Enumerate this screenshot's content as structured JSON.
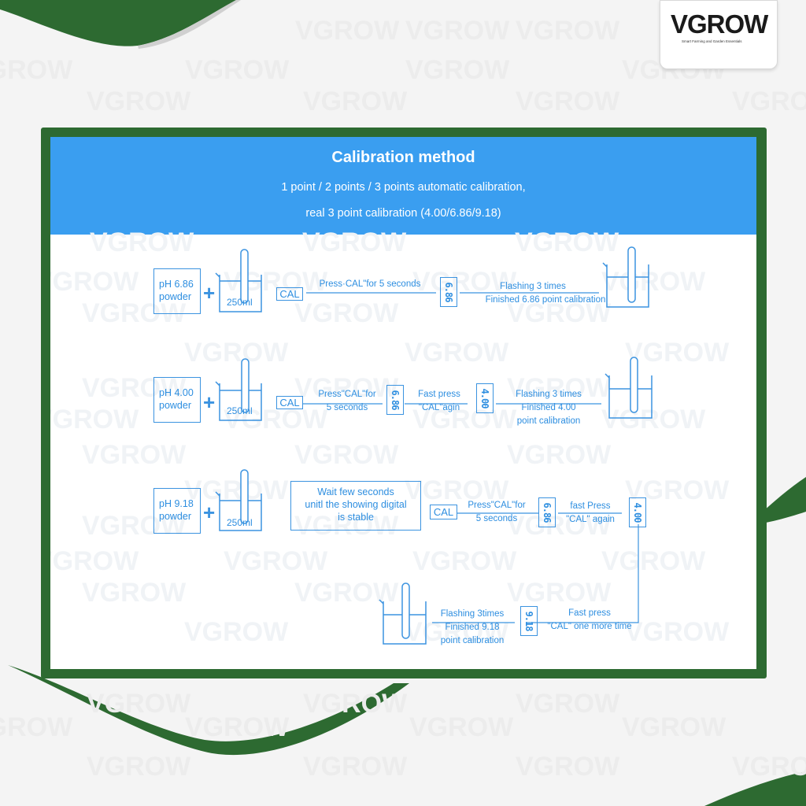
{
  "brand": {
    "logo": "VGROW",
    "tagline": "Smart Farming and Garden Essentials",
    "watermark": "VGROW"
  },
  "colors": {
    "frame_green": "#2d6a31",
    "header_blue": "#3a9ef0",
    "diagram_blue": "#3b93e0"
  },
  "header": {
    "title": "Calibration method",
    "subtitle_1": "1 point / 2 points / 3 points automatic calibration,",
    "subtitle_2": "real 3 point calibration (4.00/6.86/9.18)"
  },
  "row1": {
    "powder_line1": "pH 6.86",
    "powder_line2": "powder",
    "volume": "250ml",
    "cal": "CAL",
    "step1": "Press·CAL\"for 5 seconds",
    "display": "6.86",
    "step2_line1": "Flashing 3 times",
    "step2_line2": "Finished 6.86 point calibration"
  },
  "row2": {
    "powder_line1": "pH 4.00",
    "powder_line2": "powder",
    "volume": "250ml",
    "cal": "CAL",
    "step1_line1": "Press\"CAL\"for",
    "step1_line2": "5 seconds",
    "display1": "6.86",
    "step2_line1": "Fast press",
    "step2_line2": "\"CAL\"agin",
    "display2": "4.00",
    "step3_line1": "Flashing 3 times",
    "step3_line2": "Finished 4.00",
    "step3_line3": "point calibration"
  },
  "row3": {
    "powder_line1": "pH 9.18",
    "powder_line2": "powder",
    "volume": "250ml",
    "wait_line1": "Wait few seconds",
    "wait_line2": "unitl the showing digital",
    "wait_line3": "is stable",
    "cal": "CAL",
    "step1_line1": "Press\"CAL\"for",
    "step1_line2": "5 seconds",
    "display1": "6.86",
    "step2_line1": "fast Press",
    "step2_line2": "\"CAL\" again",
    "display2": "4.00"
  },
  "row4": {
    "step1_line1": "Fast press",
    "step1_line2": "\"CAL\" one more time",
    "display": "9.18",
    "step2_line1": "Flashing 3times",
    "step2_line2": "Finished 9.18",
    "step2_line3": "point calibration"
  }
}
